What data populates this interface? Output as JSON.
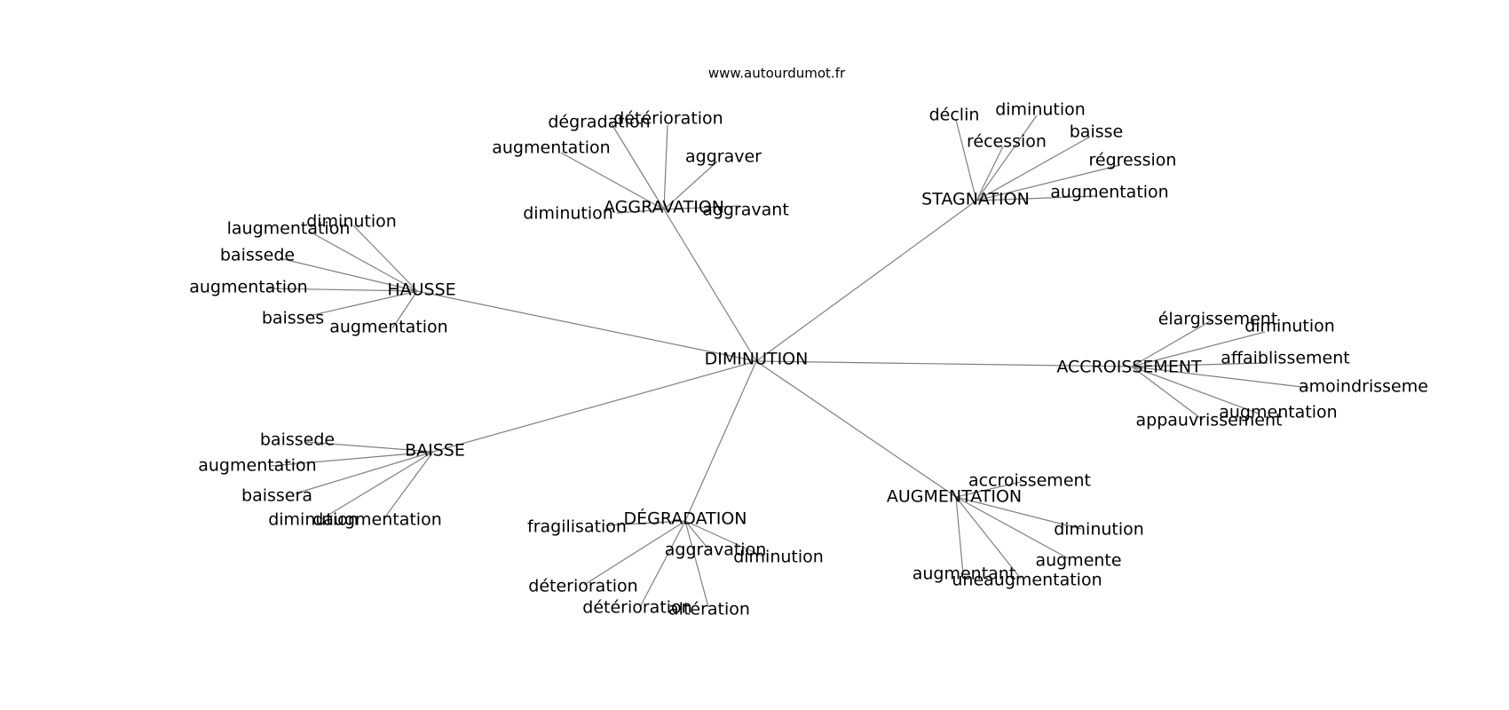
{
  "source": "www.autourdumot.fr",
  "center": "DIMINUTION",
  "clusters": [
    {
      "label": "AGGRAVATION",
      "words": [
        "dégradation",
        "détérioration",
        "augmentation",
        "aggraver",
        "diminution",
        "aggravant"
      ]
    },
    {
      "label": "STAGNATION",
      "words": [
        "déclin",
        "diminution",
        "récession",
        "baisse",
        "régression",
        "augmentation"
      ]
    },
    {
      "label": "HAUSSE",
      "words": [
        "diminution",
        "laugmentation",
        "baissede",
        "augmentation",
        "baisses",
        "augmentation"
      ]
    },
    {
      "label": "ACCROISSEMENT",
      "words": [
        "élargissement",
        "diminution",
        "affaiblissement",
        "amoindrisseme",
        "augmentation",
        "appauvrissement"
      ]
    },
    {
      "label": "BAISSE",
      "words": [
        "baissede",
        "augmentation",
        "baissera",
        "diminution",
        "daugmentation"
      ]
    },
    {
      "label": "DÉGRADATION",
      "words": [
        "fragilisation",
        "aggravation",
        "diminution",
        "déterioration",
        "détérioration",
        "altération"
      ]
    },
    {
      "label": "AUGMENTATION",
      "words": [
        "accroissement",
        "diminution",
        "augmente",
        "augmentant",
        "uneaugmentation"
      ]
    }
  ]
}
